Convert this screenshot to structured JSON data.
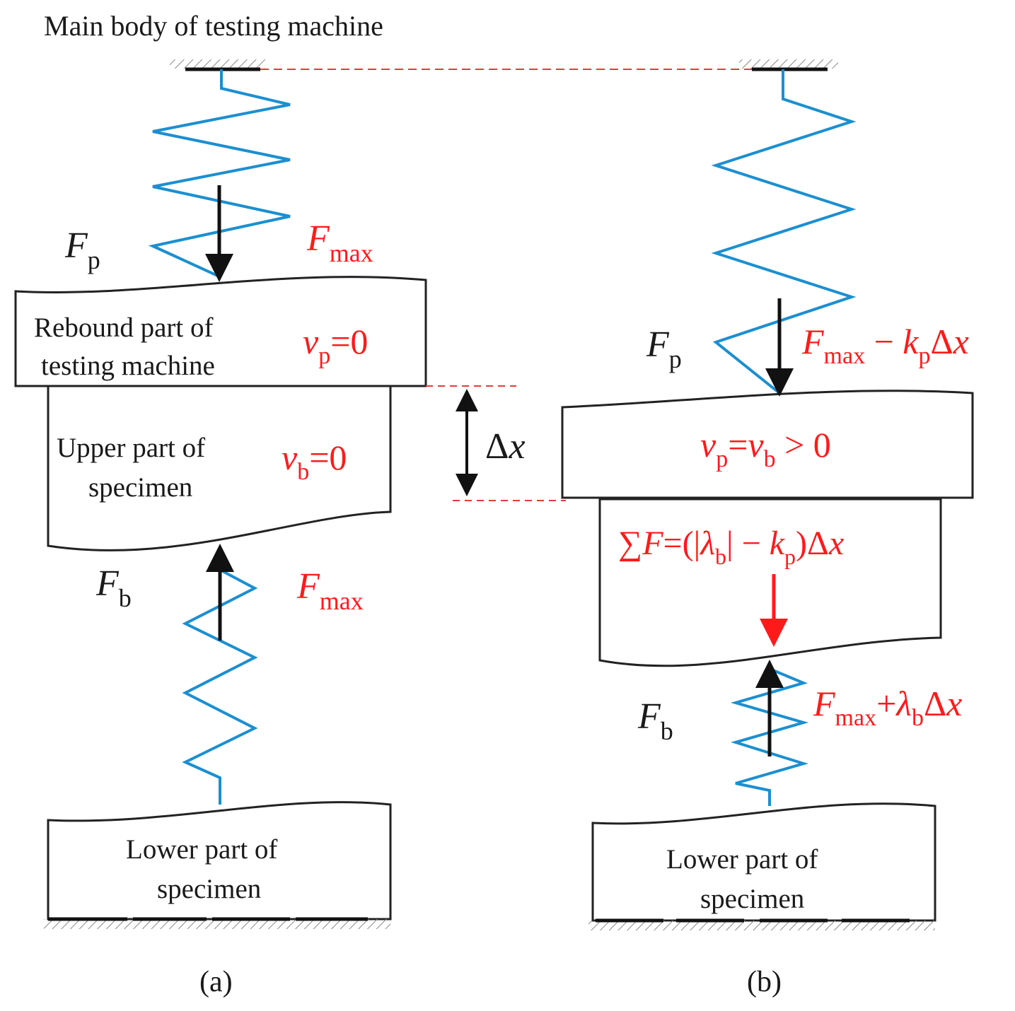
{
  "header": {
    "main_body": "Main body of testing machine"
  },
  "panel_a": {
    "caption": "(a)",
    "rebound_block": {
      "line1": "Rebound part of",
      "line2": "testing machine"
    },
    "upper_block": {
      "line1": "Upper part of",
      "line2": "specimen"
    },
    "lower_block": {
      "line1": "Lower part of",
      "line2": "specimen"
    },
    "fp": {
      "main": "F",
      "sub": "p"
    },
    "fb": {
      "main": "F",
      "sub": "b"
    },
    "fmax_top": {
      "main": "F",
      "sub": "max"
    },
    "fmax_bottom": {
      "main": "F",
      "sub": "max"
    },
    "vp": {
      "v": "v",
      "sub": "p",
      "rest": "=0"
    },
    "vb": {
      "v": "v",
      "sub": "b",
      "rest": "=0"
    },
    "dx": {
      "delta": "Δ",
      "x": "x"
    }
  },
  "panel_b": {
    "caption": "(b)",
    "lower_block": {
      "line1": "Lower part of",
      "line2": "specimen"
    },
    "fp": {
      "main": "F",
      "sub": "p"
    },
    "fb": {
      "main": "F",
      "sub": "b"
    },
    "fp_value": {
      "f": "F",
      "max": "max",
      "minus": " − ",
      "k": "k",
      "p": "p",
      "dx": "Δ",
      "x": "x"
    },
    "v_eq": {
      "v1": "v",
      "s1": "p",
      "eq": "=",
      "v2": "v",
      "s2": "b",
      "rest": " > 0"
    },
    "sum_f": {
      "sum": "∑",
      "f": "F",
      "eq": "=(|",
      "lam": "λ",
      "b": "b",
      "mid": "| − ",
      "k": "k",
      "p": "p",
      "close": ")Δ",
      "x": "x"
    },
    "fb_value": {
      "f": "F",
      "max": "max",
      "plus": "+",
      "lam": "λ",
      "b": "b",
      "dx": "Δ",
      "x": "x"
    }
  },
  "colors": {
    "spring": "#1b8fd1",
    "annotation": "#ff1a1a",
    "ink": "#1a1a1a"
  }
}
